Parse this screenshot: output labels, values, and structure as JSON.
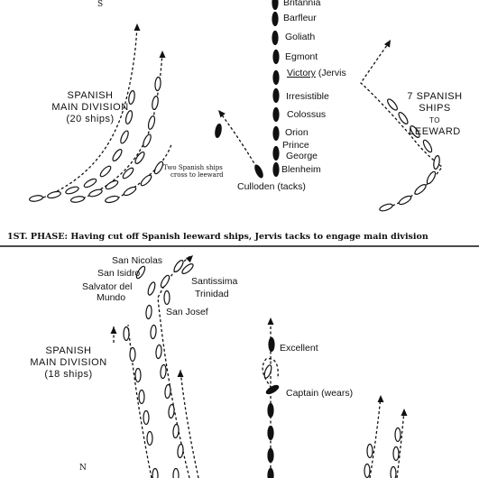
{
  "phase1": {
    "ship_labels": [
      "Britannia",
      "Barfleur",
      "Goliath",
      "Egmont",
      "Victory (Jervis",
      "Irresistible",
      "Colossus",
      "Orion",
      "Prince",
      "George",
      "Blenheim",
      "Culloden (tacks)"
    ],
    "spanish_main": [
      "SPANISH",
      "MAIN DIVISION",
      "(20 ships)"
    ],
    "spanish_leeward": [
      "7 SPANISH",
      "SHIPS",
      "TO",
      "LEEWARD"
    ],
    "two_ships": [
      "Two Spanish ships",
      "cross to leeward"
    ],
    "compass": "S",
    "caption": "1ST. PHASE: Having cut off Spanish leeward ships, Jervis tacks to engage main division"
  },
  "phase2": {
    "ship_labels": [
      "San Nicolas",
      "San Isidro",
      "Salvator del",
      "Mundo",
      "Santissima",
      "Trinidad",
      "San Josef",
      "Excellent",
      "Captain (wears)"
    ],
    "spanish_main": [
      "SPANISH",
      "MAIN DIVISION",
      "(18 ships)"
    ],
    "compass": "N"
  }
}
